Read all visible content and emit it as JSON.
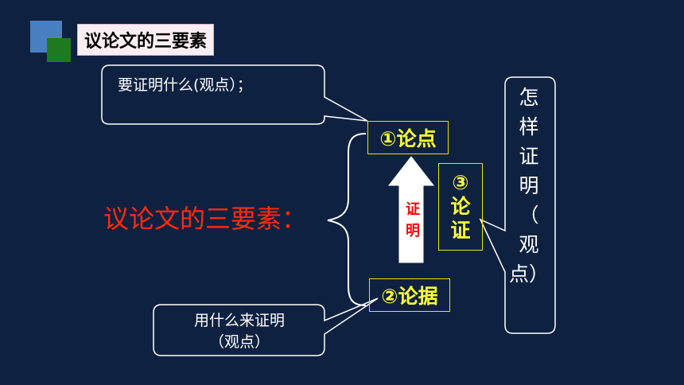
{
  "header": {
    "title": "议论文的三要素"
  },
  "diagram": {
    "center_label": "议论文的三要素：",
    "point_label": "①论点",
    "evidence_label": "②论据",
    "argument_chars": [
      "③",
      "论",
      "证"
    ],
    "arrow_chars": [
      "证",
      "明"
    ],
    "callout_top": "要证明什么(观点）；",
    "callout_bottom_lines": [
      "用什么来证明",
      "（观点）"
    ],
    "callout_right_chars": [
      "怎",
      "样",
      "证",
      "明",
      "（",
      "观",
      "点）"
    ]
  },
  "colors": {
    "background": "#0f2140",
    "accent_red": "#ff2a0a",
    "highlight_yellow": "#ffff33"
  }
}
